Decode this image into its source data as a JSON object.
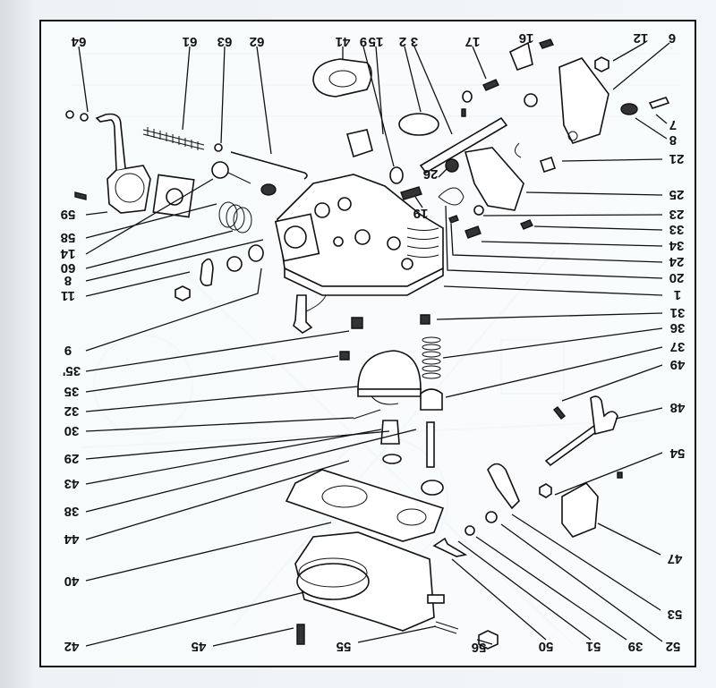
{
  "document": {
    "type": "exploded parts diagram",
    "subject": "carburetor",
    "orientation": "rotated 180 degrees (upside-down scan)"
  },
  "callouts": [
    {
      "id": "c64",
      "label": "64"
    },
    {
      "id": "c61",
      "label": "61"
    },
    {
      "id": "c63",
      "label": "63"
    },
    {
      "id": "c62",
      "label": "62"
    },
    {
      "id": "c41",
      "label": "41"
    },
    {
      "id": "c15",
      "label": "15"
    },
    {
      "id": "c9a",
      "label": "9"
    },
    {
      "id": "c2",
      "label": "2"
    },
    {
      "id": "c3",
      "label": "3"
    },
    {
      "id": "c17",
      "label": "17"
    },
    {
      "id": "c16",
      "label": "16"
    },
    {
      "id": "c12",
      "label": "12"
    },
    {
      "id": "c6",
      "label": "6"
    },
    {
      "id": "c7",
      "label": "7"
    },
    {
      "id": "c8a",
      "label": "8"
    },
    {
      "id": "c21",
      "label": "21"
    },
    {
      "id": "c25",
      "label": "25"
    },
    {
      "id": "c23",
      "label": "23"
    },
    {
      "id": "c33",
      "label": "33"
    },
    {
      "id": "c34",
      "label": "34"
    },
    {
      "id": "c24",
      "label": "24"
    },
    {
      "id": "c20",
      "label": "20"
    },
    {
      "id": "c1",
      "label": "1"
    },
    {
      "id": "c31",
      "label": "31"
    },
    {
      "id": "c36",
      "label": "36"
    },
    {
      "id": "c37",
      "label": "37"
    },
    {
      "id": "c49",
      "label": "49"
    },
    {
      "id": "c48",
      "label": "48"
    },
    {
      "id": "c54",
      "label": "54"
    },
    {
      "id": "c47",
      "label": "47"
    },
    {
      "id": "c53",
      "label": "53"
    },
    {
      "id": "c52",
      "label": "52"
    },
    {
      "id": "c39",
      "label": "39"
    },
    {
      "id": "c51",
      "label": "51"
    },
    {
      "id": "c50",
      "label": "50"
    },
    {
      "id": "c56",
      "label": "56"
    },
    {
      "id": "c55",
      "label": "55"
    },
    {
      "id": "c45",
      "label": "45"
    },
    {
      "id": "c42",
      "label": "42"
    },
    {
      "id": "c40",
      "label": "40"
    },
    {
      "id": "c44",
      "label": "44"
    },
    {
      "id": "c38",
      "label": "38"
    },
    {
      "id": "c43",
      "label": "43"
    },
    {
      "id": "c29",
      "label": "29"
    },
    {
      "id": "c30",
      "label": "30"
    },
    {
      "id": "c32",
      "label": "32"
    },
    {
      "id": "c35",
      "label": "35"
    },
    {
      "id": "c35p",
      "label": "35'"
    },
    {
      "id": "c9b",
      "label": "9"
    },
    {
      "id": "c11",
      "label": "11"
    },
    {
      "id": "c8b",
      "label": "8"
    },
    {
      "id": "c60",
      "label": "60"
    },
    {
      "id": "c14",
      "label": "14"
    },
    {
      "id": "c58",
      "label": "58"
    },
    {
      "id": "c59",
      "label": "59"
    },
    {
      "id": "c26",
      "label": "26"
    },
    {
      "id": "c19",
      "label": "19"
    }
  ],
  "colors": {
    "ink": "#111111",
    "paper": "#f5f8fa",
    "bleed_through": "#9fc3da"
  }
}
